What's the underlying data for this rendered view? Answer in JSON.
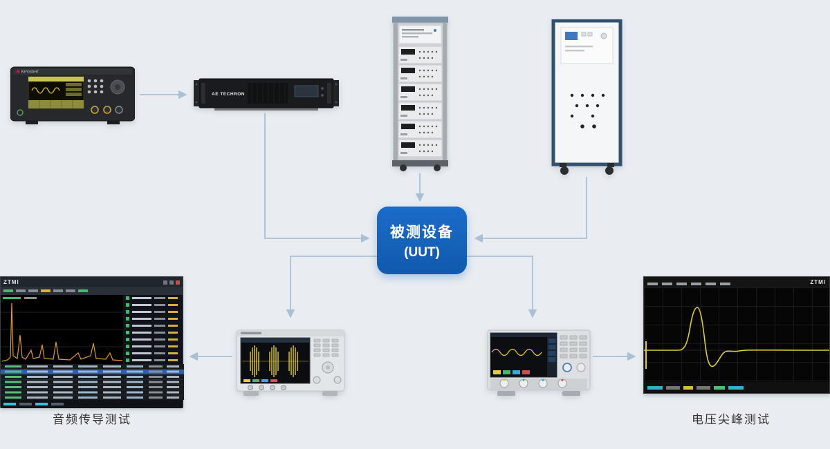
{
  "colors": {
    "background": "#e9edf2",
    "arrow": "#a9bfd4",
    "uut_blue": "#1563be"
  },
  "uut": {
    "line1": "被测设备",
    "line2": "(UUT)"
  },
  "captions": {
    "left": "音频传导测试",
    "right": "电压尖峰测试"
  },
  "devices": {
    "generator": {
      "brand": "KEYSIGHT"
    },
    "amplifier": {
      "brand": "AE TECHRON"
    },
    "left_screenshot": {
      "logo": "ZTMI"
    },
    "right_screenshot": {
      "logo": "ZTMI"
    }
  }
}
